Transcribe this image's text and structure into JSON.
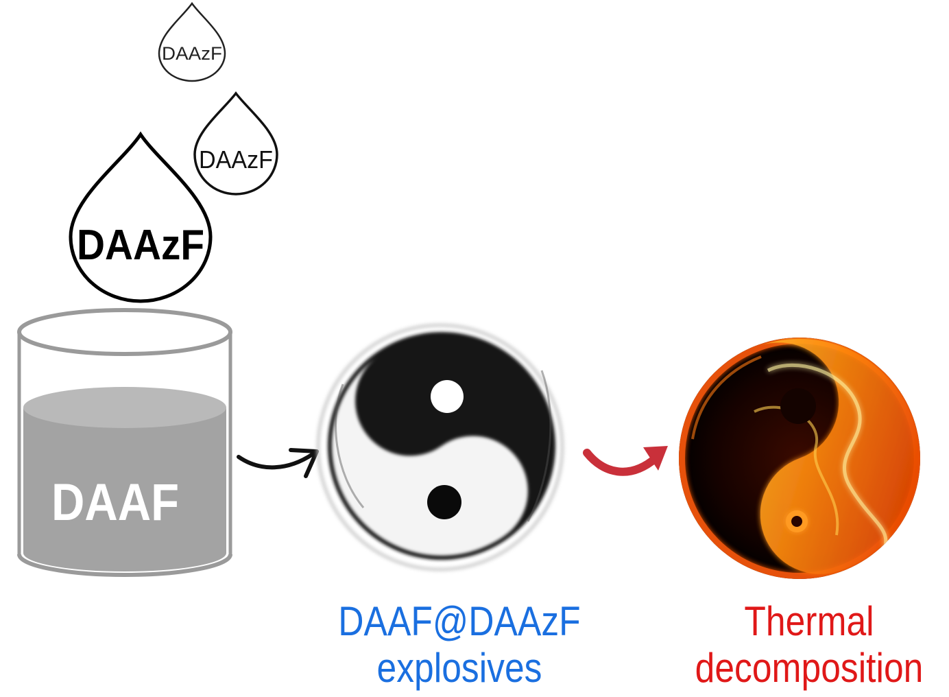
{
  "drops": {
    "small_label": "DAAzF",
    "medium_label": "DAAzF",
    "large_label": "DAAzF"
  },
  "beaker": {
    "label": "DAAF"
  },
  "product": {
    "line1": "DAAF@DAAzF",
    "line2": "explosives"
  },
  "decomposition": {
    "line1": "Thermal",
    "line2": "decomposition"
  },
  "colors": {
    "product_text": "#1a6fe0",
    "decomposition_text": "#e01818",
    "liquid": "#a3a3a3",
    "arrow_red": "#c9303a"
  },
  "icons": {
    "product": "yin-yang-icon",
    "decomposition": "fire-yin-yang-icon"
  }
}
